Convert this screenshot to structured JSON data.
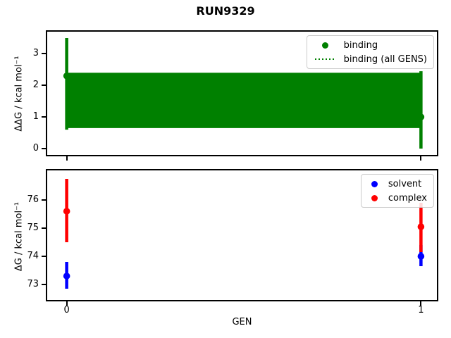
{
  "figure_title": "RUN9329",
  "xlabel": "GEN",
  "xticklabels": [
    "0",
    "1"
  ],
  "colors": {
    "binding": "#008000",
    "solvent": "#0000ff",
    "complex": "#ff0000"
  },
  "chart_data": [
    {
      "type": "scatter",
      "subtype": "errorbar",
      "ylabel": "ΔΔG / kcal mol⁻¹",
      "xlabel": "",
      "xlim": [
        -0.055,
        1.045
      ],
      "ylim": [
        -0.2,
        3.7
      ],
      "xticks": [
        0,
        1
      ],
      "yticks": [
        0,
        1,
        2,
        3
      ],
      "show_xticklabels": false,
      "grid": false,
      "legend_position": "upper right",
      "legend": [
        {
          "label": "binding",
          "type": "marker",
          "color": "#008000"
        },
        {
          "label": "binding (all GENS)",
          "type": "dotted-line",
          "color": "#008000"
        }
      ],
      "band": {
        "name": "binding (all GENS)",
        "x_range": [
          0,
          1
        ],
        "y_low": 0.65,
        "y_high": 2.4,
        "center": 1.5,
        "color": "#008000"
      },
      "series": [
        {
          "name": "binding",
          "color": "#008000",
          "points": [
            {
              "x": 0,
              "y": 2.3,
              "y_err_low": 0.6,
              "y_err_high": 3.5
            },
            {
              "x": 1,
              "y": 1.0,
              "y_err_low": 0.0,
              "y_err_high": 2.45
            }
          ]
        }
      ]
    },
    {
      "type": "scatter",
      "subtype": "errorbar",
      "ylabel": "ΔG / kcal mol⁻¹",
      "xlabel": "GEN",
      "xlim": [
        -0.055,
        1.045
      ],
      "ylim": [
        72.45,
        77.05
      ],
      "xticks": [
        0,
        1
      ],
      "yticks": [
        73,
        74,
        75,
        76
      ],
      "show_xticklabels": true,
      "grid": false,
      "legend_position": "upper right",
      "legend": [
        {
          "label": "solvent",
          "type": "marker",
          "color": "#0000ff"
        },
        {
          "label": "complex",
          "type": "marker",
          "color": "#ff0000"
        }
      ],
      "series": [
        {
          "name": "solvent",
          "color": "#0000ff",
          "points": [
            {
              "x": 0,
              "y": 73.3,
              "y_err_low": 72.85,
              "y_err_high": 73.8
            },
            {
              "x": 1,
              "y": 74.0,
              "y_err_low": 73.65,
              "y_err_high": 74.4
            }
          ]
        },
        {
          "name": "complex",
          "color": "#ff0000",
          "points": [
            {
              "x": 0,
              "y": 75.6,
              "y_err_low": 74.5,
              "y_err_high": 76.75
            },
            {
              "x": 1,
              "y": 75.05,
              "y_err_low": 74.15,
              "y_err_high": 75.9
            }
          ]
        }
      ]
    }
  ]
}
